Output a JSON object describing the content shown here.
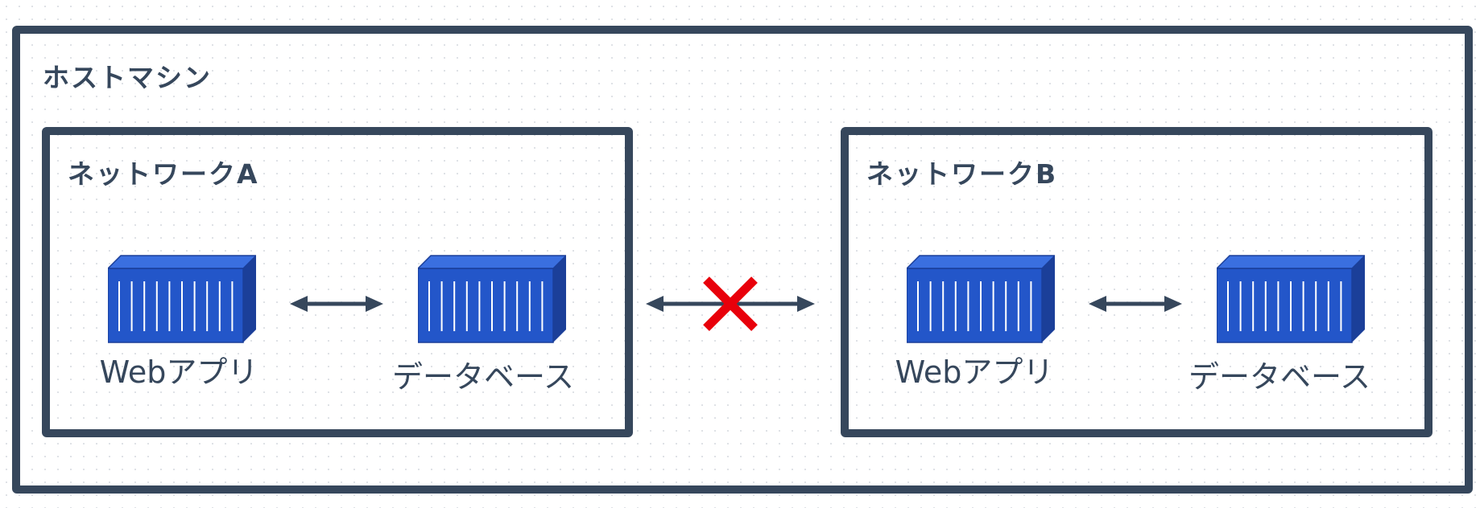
{
  "host": {
    "title": "ホストマシン"
  },
  "networks": [
    {
      "title": "ネットワークA",
      "nodes": [
        {
          "label": "Webアプリ",
          "icon": "container-icon"
        },
        {
          "label": "データベース",
          "icon": "container-icon"
        }
      ]
    },
    {
      "title": "ネットワークB",
      "nodes": [
        {
          "label": "Webアプリ",
          "icon": "container-icon"
        },
        {
          "label": "データベース",
          "icon": "container-icon"
        }
      ]
    }
  ],
  "connections": [
    {
      "from": "ネットワークA.Webアプリ",
      "to": "ネットワークA.データベース",
      "bidirectional": true,
      "blocked": false
    },
    {
      "from": "ネットワークA",
      "to": "ネットワークB",
      "bidirectional": true,
      "blocked": true
    },
    {
      "from": "ネットワークB.Webアプリ",
      "to": "ネットワークB.データベース",
      "bidirectional": true,
      "blocked": false
    }
  ],
  "colors": {
    "border": "#36475c",
    "container_front": "#2356c9",
    "container_top": "#3a6fe0",
    "container_side": "#1b3f99",
    "blocked_mark": "#e8000b"
  }
}
